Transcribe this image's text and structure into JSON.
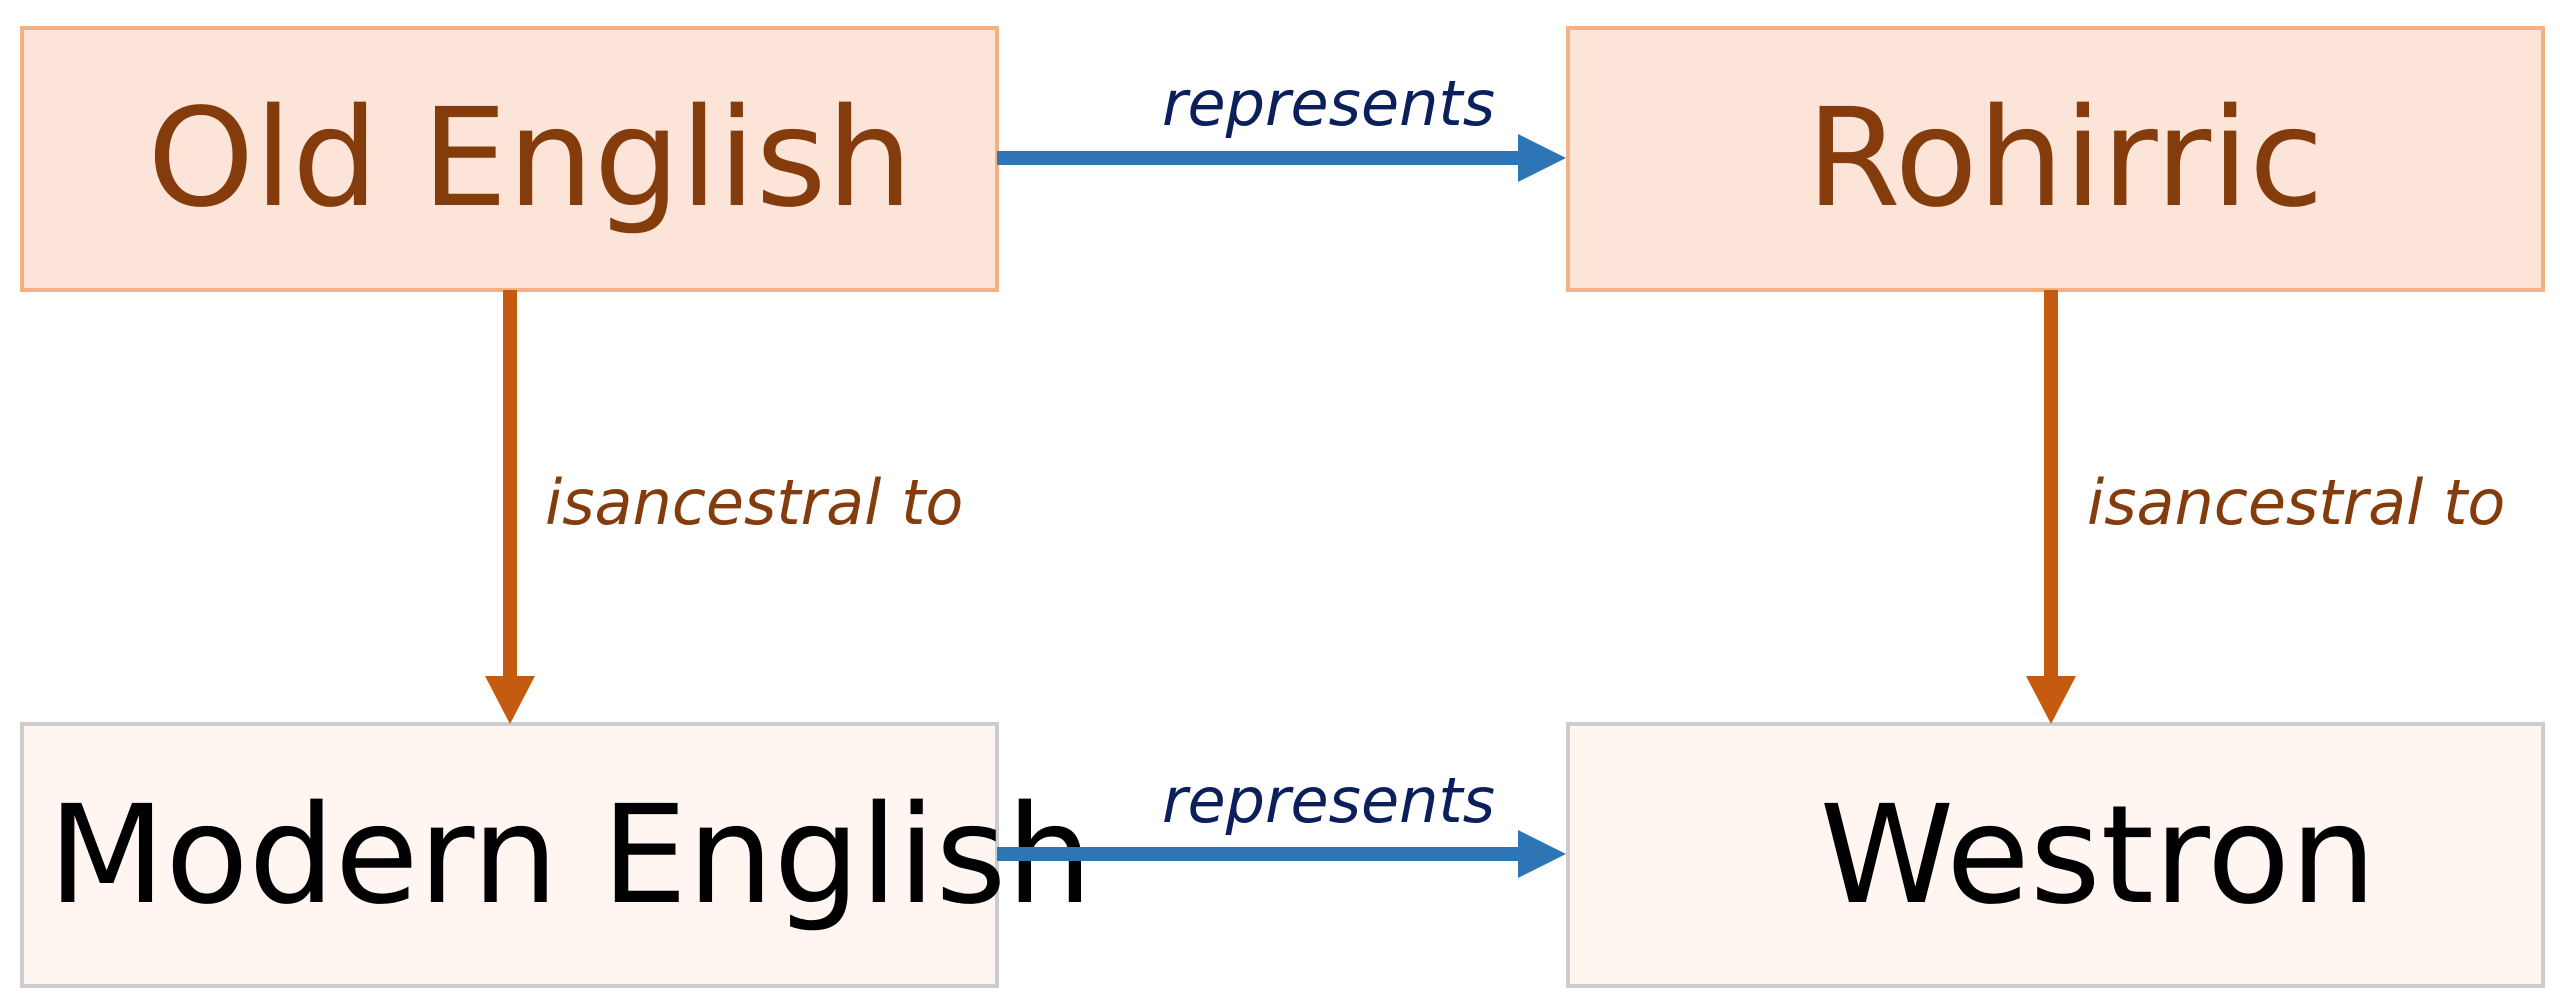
{
  "diagram": {
    "nodes": {
      "old_english": "Old English",
      "rohirric": "Rohirric",
      "modern_english": "Modern English",
      "westron": "Westron"
    },
    "edges": {
      "top_represents": "represents",
      "bottom_represents": "represents",
      "left_ancestral": "isancestral to",
      "right_ancestral": "isancestral to"
    }
  },
  "colors": {
    "top_node_fill": "#fce5d8",
    "top_node_stroke": "#f4b183",
    "top_node_text": "#843c0c",
    "bottom_node_fill": "#fff6f1",
    "bottom_node_stroke": "#cccccc",
    "bottom_node_text": "#000000",
    "represents_arrow": "#2e75b6",
    "represents_text": "#0b1f5c",
    "ancestral_arrow": "#c55a11",
    "ancestral_text": "#843c0c"
  }
}
